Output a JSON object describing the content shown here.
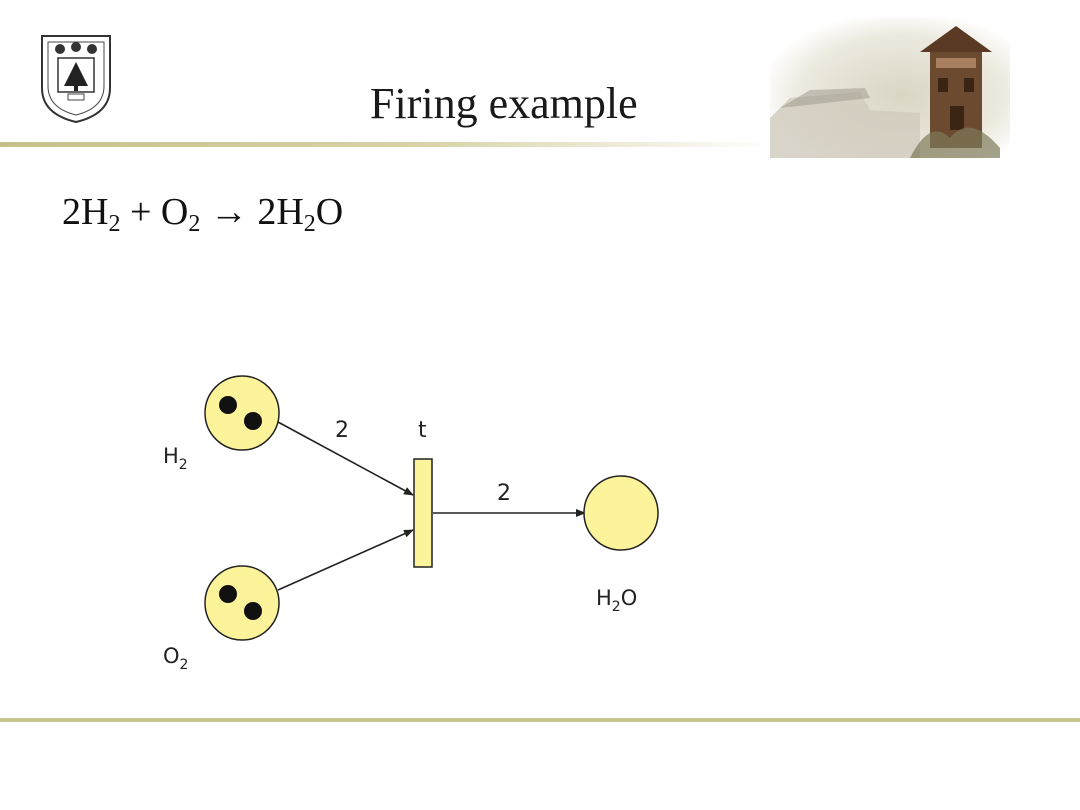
{
  "header": {
    "title": "Firing example"
  },
  "equation": {
    "coef1": "2",
    "r1": "H",
    "r1_sub": "2",
    "plus": "+",
    "r2": "O",
    "r2_sub": "2",
    "arrow": "→",
    "coef2": "2",
    "p1": "H",
    "p1_sub": "2",
    "p1_tail": "O"
  },
  "diagram": {
    "places": [
      {
        "name": "H",
        "sub": "2",
        "tail": "",
        "tokens": 2
      },
      {
        "name": "O",
        "sub": "2",
        "tail": "",
        "tokens": 2
      },
      {
        "name": "H",
        "sub": "2",
        "tail": "O",
        "tokens": 0
      }
    ],
    "transition": {
      "label": "t"
    },
    "arc_weights": {
      "h2_to_t": "2",
      "t_to_h2o": "2"
    },
    "colors": {
      "place_fill": "#fcf39a",
      "transition_fill": "#fcf39a",
      "stroke": "#222222",
      "token": "#111111"
    }
  }
}
